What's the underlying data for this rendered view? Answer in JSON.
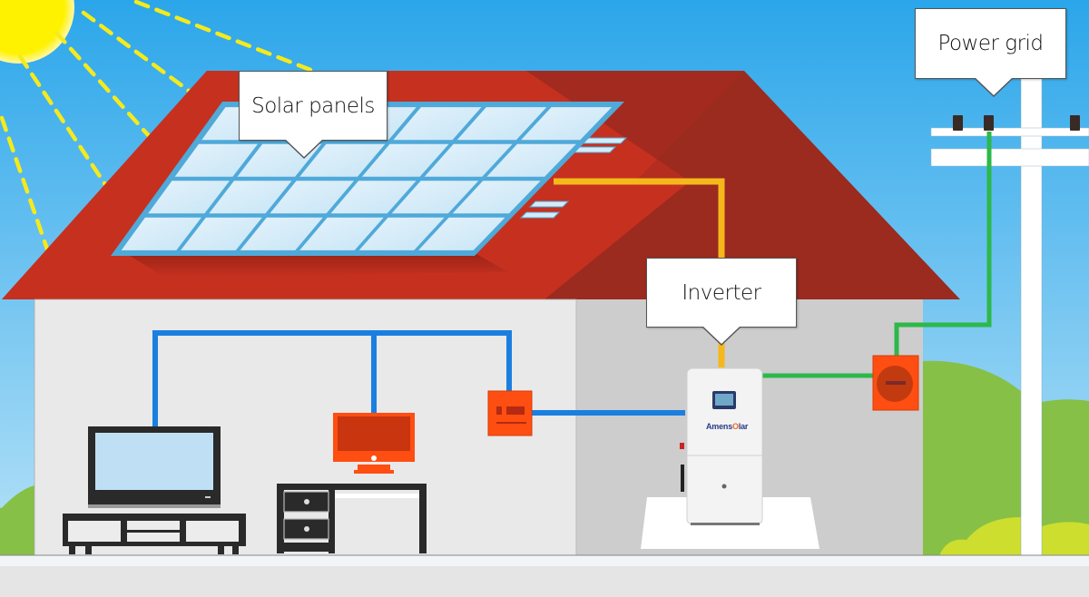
{
  "title": "Grid-tied solar energy system diagram",
  "labels": {
    "solar_panels": "Solar panels",
    "inverter": "Inverter",
    "power_grid": "Power grid"
  },
  "inverter_brand": {
    "prefix": "Amens",
    "mid": "O",
    "suffix": "lar"
  },
  "components": [
    {
      "name": "Sun",
      "description": "sun emitting dashed yellow rays"
    },
    {
      "name": "Solar panels",
      "description": "4x6 photovoltaic array on roof"
    },
    {
      "name": "Inverter",
      "description": "wall-mounted inverter unit with display"
    },
    {
      "name": "Distribution box",
      "description": "orange indoor panel feeding household loads"
    },
    {
      "name": "Electric meter",
      "description": "orange meter box on exterior wall"
    },
    {
      "name": "Power grid",
      "description": "utility pole with insulators"
    },
    {
      "name": "Television",
      "description": "household load"
    },
    {
      "name": "Computer",
      "description": "household load"
    }
  ],
  "connections": [
    {
      "from": "Solar panels",
      "to": "Inverter",
      "type": "DC",
      "color": "#f5b81c"
    },
    {
      "from": "Inverter",
      "to": "Distribution box",
      "type": "AC household",
      "color": "#1a7fe0"
    },
    {
      "from": "Distribution box",
      "to": "Television",
      "type": "AC household",
      "color": "#1a7fe0"
    },
    {
      "from": "Distribution box",
      "to": "Computer",
      "type": "AC household",
      "color": "#1a7fe0"
    },
    {
      "from": "Inverter",
      "to": "Electric meter",
      "type": "AC grid",
      "color": "#2db84a"
    },
    {
      "from": "Electric meter",
      "to": "Power grid",
      "type": "AC grid",
      "color": "#2db84a"
    }
  ],
  "colors": {
    "sky_top": "#2fa8ea",
    "sky_bottom": "#a9dcf6",
    "roof_front": "#c6301f",
    "roof_side": "#9b2a1f",
    "wall_front": "#e9e9e9",
    "wall_side": "#cdcdcd",
    "panel_frame": "#4fa9d9",
    "panel_cell": "#d6ecf8",
    "orange_device": "#ff4e12",
    "grass": "#86c046",
    "grass_light": "#cdde2e",
    "sun": "#fff200"
  }
}
